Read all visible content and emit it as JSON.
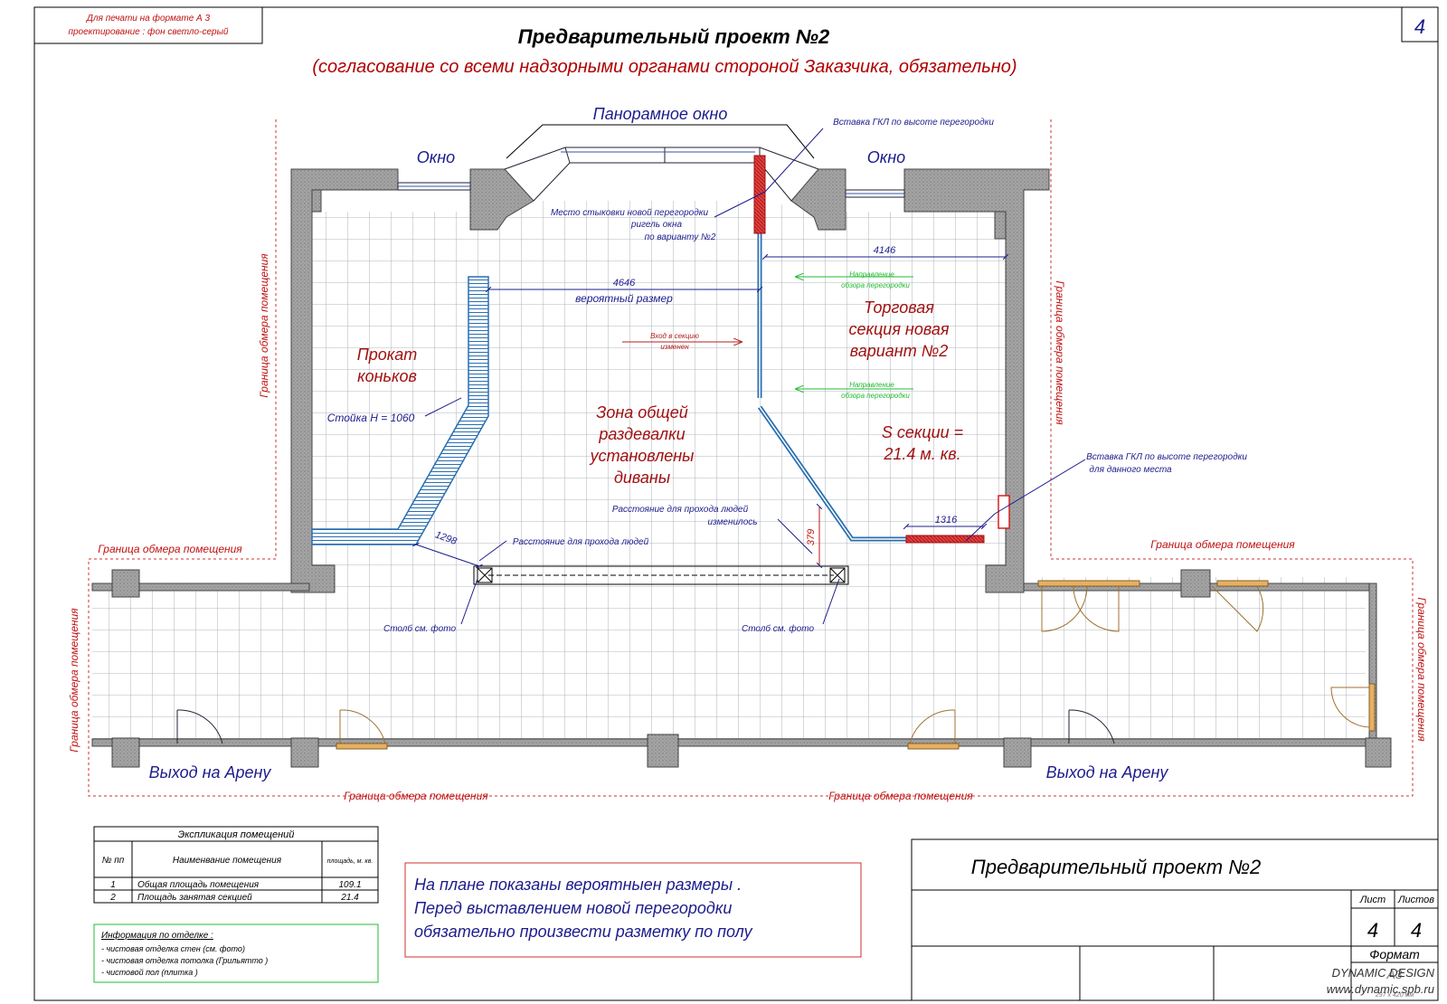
{
  "header": {
    "print_note_1": "Для печати на формате А 3",
    "print_note_2": "проектирование : фон светло-серый",
    "sheet_number": "4",
    "title": "Предварительный проект №2",
    "subtitle": "(согласование со всеми надзорными органами стороной Заказчика, обязательно)"
  },
  "labels": {
    "panoramic_window": "Панорамное окно",
    "window_left": "Окно",
    "window_right": "Окно",
    "gkl_note_top": "Вставка ГКЛ по высоте перегородки",
    "junction_1": "Место стыковки новой перегородки",
    "junction_2": "ригель окна",
    "junction_3": "по варианту №2",
    "dim_4146": "4146",
    "dim_4646": "4646",
    "probable_size": "вероятный размер",
    "flow_1a": "Направление",
    "flow_1b": "обзора перегородки",
    "flow_2a": "Направление",
    "flow_2b": "обзора перегородки",
    "entry_1": "Вход в секцию",
    "entry_2": "изменен",
    "trade_1": "Торговая",
    "trade_2": "секция новая",
    "trade_3": "вариант №2",
    "rental_1": "Прокат",
    "rental_2": "коньков",
    "counter": "Стойка Н = 1060",
    "zone_1": "Зона общей",
    "zone_2": "раздевалки",
    "zone_3": "установлены",
    "zone_4": "диваны",
    "area_1": "S секции =",
    "area_2": "21.4 м. кв.",
    "gkl_note_right_1": "Вставка ГКЛ по высоте перегородки",
    "gkl_note_right_2": "для данного места",
    "passage_changed_1": "Расстояние для прохода людей",
    "passage_changed_2": "изменилось",
    "passage": "Расстояние для прохода людей",
    "dim_1316": "1316",
    "dim_379": "379",
    "dim_1298": "1298",
    "boundary_upper_left": "Граница обмера помещения",
    "boundary_upper_right": "Граница обмера помещения",
    "boundary_bottom_left": "Граница обмера помещения",
    "boundary_bottom_right": "Граница обмера помещения",
    "boundary_vertical_left_upper": "Граница обмера помещения",
    "boundary_vertical_left_lower": "Граница обмера помещения",
    "boundary_vertical_right_upper": "Граница обмера помещения",
    "boundary_vertical_right_lower": "Граница обмера помещения",
    "pillar_left": "Столб см. фото",
    "pillar_right": "Столб см. фото",
    "exit_left": "Выход на Арену",
    "exit_right": "Выход на Арену"
  },
  "explication": {
    "title": "Экспликация помещений",
    "headers": [
      "№ пп",
      "Наименвание помещения",
      "площадь, м. кв."
    ],
    "rows": [
      [
        "1",
        "Общая площадь помещения",
        "109.1"
      ],
      [
        "2",
        "Площадь занятая секцией",
        "21.4"
      ]
    ]
  },
  "finishing": {
    "title": "Информация по отделке :",
    "lines": [
      "- чистовая отделка стен    (см. фото)",
      "- чистовая отделка потолка    (Грильятто )",
      "- чистовой пол   (плитка )"
    ]
  },
  "note": {
    "line1": "На плане показаны вероятныен размеры   .",
    "line2": "Перед выставлением новой перегородки",
    "line3": "обязательно произвести  разметку по полу"
  },
  "stamp": {
    "title": "Предварительный проект   №2",
    "sheet_label": "Лист",
    "sheets_label": "Листов",
    "sheet": "4",
    "sheets": "4",
    "format_label": "Формат",
    "format_value": "А3",
    "format_size": "297 x 420 мм"
  },
  "watermark": {
    "line1": "DYNAMIC DESIGN",
    "line2": "www.dynamic.spb.ru"
  },
  "colors": {
    "title": "#000000",
    "subtitle": "#b00000",
    "note_text": "#1c1c8c",
    "room_text": "#a01010",
    "boundary": "#d03030",
    "wall_fill": "#a8a8a8",
    "partition": "#2a6fb0",
    "gkl": "#d82020",
    "flow_arrow": "#22bb33",
    "stamp_border": "#000000"
  }
}
